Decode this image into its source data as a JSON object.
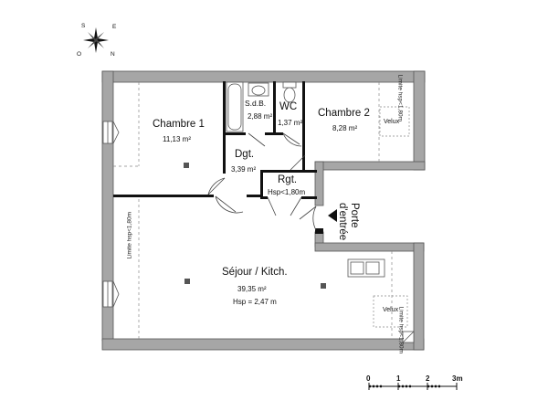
{
  "compass": {
    "north": "N",
    "south": "S",
    "east": "E",
    "west": "O"
  },
  "rooms": {
    "chambre1": {
      "name": "Chambre 1",
      "area": "11,13 m²"
    },
    "sdb": {
      "name": "S.d.B.",
      "area": "2,88 m²"
    },
    "wc": {
      "name": "WC",
      "area": "1,37 m²"
    },
    "chambre2": {
      "name": "Chambre 2",
      "area": "8,28 m²"
    },
    "dgt": {
      "name": "Dgt.",
      "area": "3,39 m²"
    },
    "rgt": {
      "name": "Rgt.",
      "note": "Hsp<1,80m"
    },
    "sejour": {
      "name": "Séjour / Kitch.",
      "area": "39,35 m²",
      "height": "Hsp = 2,47 m"
    }
  },
  "entrance": {
    "line1": "Porte",
    "line2": "d'entrée"
  },
  "annotations": {
    "limite_left": "Limite hsp<1,80m",
    "limite_right_top": "Limite hsp<1,80m",
    "limite_right_bottom": "Limite hsp<1,80m",
    "velux_top": "Velux",
    "velux_bottom": "Velux"
  },
  "scale": {
    "ticks": [
      "0",
      "1",
      "2",
      "3m"
    ],
    "values_m": [
      0,
      1,
      2,
      3
    ]
  }
}
